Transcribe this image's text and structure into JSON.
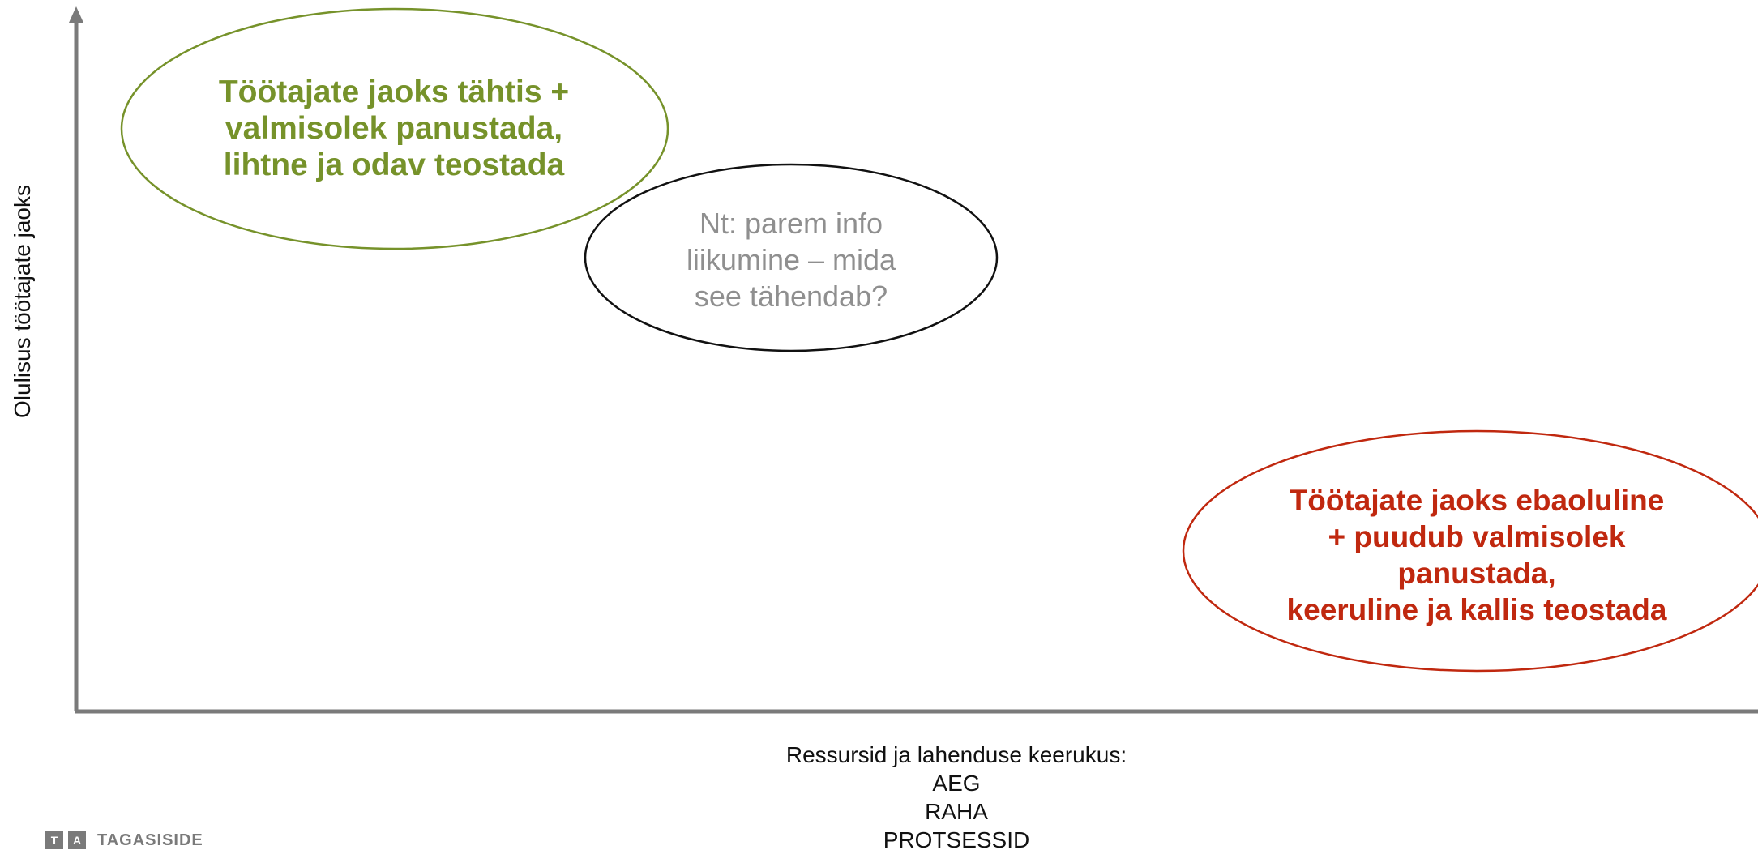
{
  "axes": {
    "y_label": "Olulisus töötajate jaoks",
    "x_label_lines": [
      "Ressursid ja lahenduse keerukus:",
      "AEG",
      "RAHA",
      "PROTSESSID"
    ]
  },
  "bubbles": {
    "green": {
      "lines": [
        "Töötajate jaoks tähtis +",
        "valmisolek panustada,",
        "lihtne ja odav teostada"
      ],
      "color": "#76922a"
    },
    "grey": {
      "lines": [
        "Nt: parem info",
        "liikumine – mida",
        "see tähendab?"
      ],
      "color": "#8f8f8f",
      "outline": "#111111"
    },
    "red": {
      "lines": [
        "Töötajate jaoks ebaoluline",
        "+ puudub valmisolek",
        "panustada,",
        "keeruline ja kallis teostada"
      ],
      "color": "#c0280f"
    }
  },
  "colors": {
    "axis": "#7a7a7a"
  },
  "logo": {
    "box1": "T",
    "box2": "A",
    "text": "TAGASISIDE"
  }
}
